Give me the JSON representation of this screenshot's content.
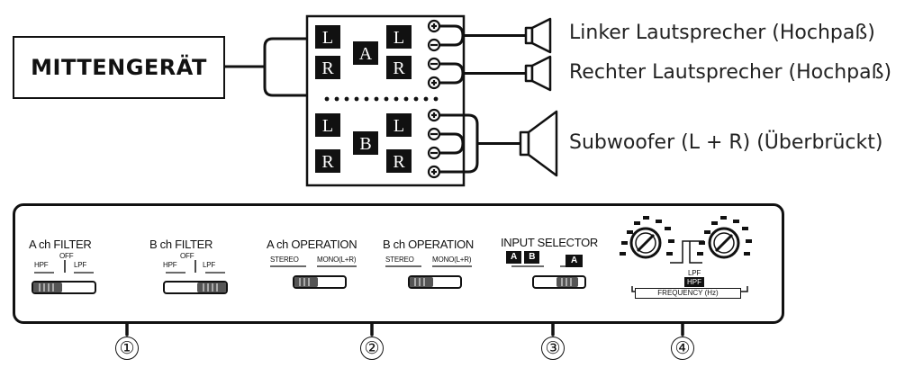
{
  "head_unit": {
    "label": "MITTENGERÄT"
  },
  "amplifier": {
    "channel_a": "A",
    "channel_b": "B",
    "left": "L",
    "right": "R"
  },
  "speakers": {
    "left": "Linker Lautsprecher (Hochpaß)",
    "right": "Rechter Lautsprecher (Hochpaß)",
    "sub": "Subwoofer (L + R) (Überbrückt)"
  },
  "panel": {
    "a_filter": {
      "title": "A ch FILTER",
      "off": "OFF",
      "hpf": "HPF",
      "lpf": "LPF"
    },
    "b_filter": {
      "title": "B ch FILTER",
      "off": "OFF",
      "hpf": "HPF",
      "lpf": "LPF"
    },
    "a_operation": {
      "title": "A ch OPERATION",
      "stereo": "STEREO",
      "mono": "MONO(L+R)"
    },
    "b_operation": {
      "title": "B ch OPERATION",
      "stereo": "STEREO",
      "mono": "MONO(L+R)"
    },
    "input_selector": {
      "title": "INPUT SELECTOR",
      "ab": [
        "A",
        "B"
      ],
      "a": "A"
    },
    "frequency": {
      "lpf": "LPF",
      "hpf": "HPF",
      "caption": "FREQUENCY (Hz)"
    }
  },
  "callouts": [
    "①",
    "②",
    "③",
    "④"
  ]
}
